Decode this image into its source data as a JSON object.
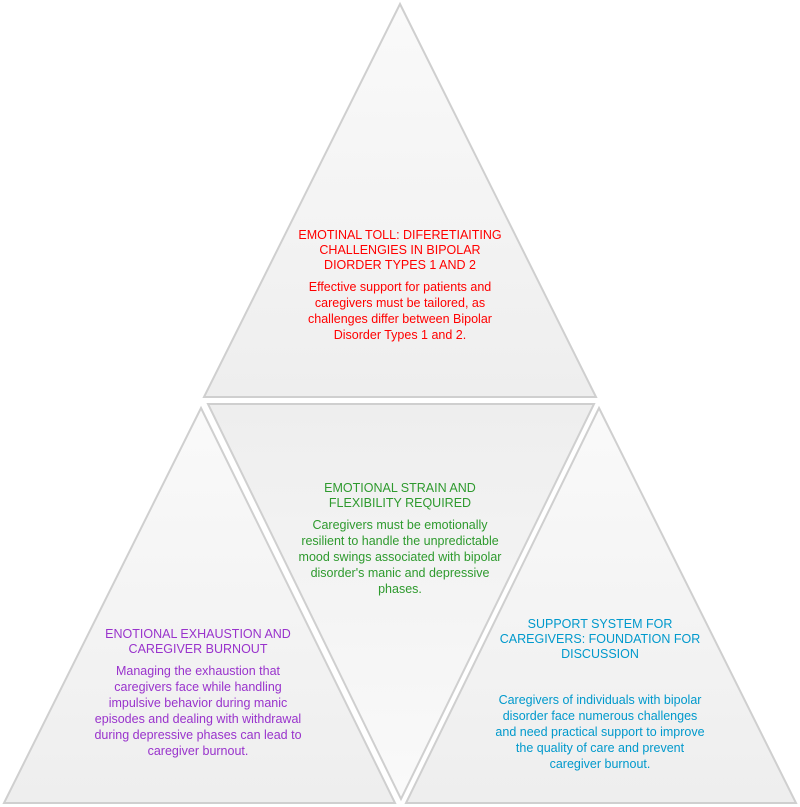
{
  "colors": {
    "triangle_fill": "#f2f2f2",
    "triangle_edge": "#cfcfcf",
    "top": "#ff0000",
    "center": "#2e9a2e",
    "left": "#9933cc",
    "right": "#0099cc"
  },
  "sections": {
    "top": {
      "title": "EMOTINAL TOLL: DIFERETIAITING CHALLENGIES IN BIPOLAR DIORDER TYPES 1 AND 2",
      "body": "Effective support for patients and caregivers must be tailored, as challenges differ between Bipolar Disorder Types 1 and 2."
    },
    "center": {
      "title": "EMOTIONAL STRAIN AND FLEXIBILITY REQUIRED",
      "body": "Caregivers must be emotionally resilient to handle the unpredictable mood swings associated with bipolar disorder's manic and depressive phases."
    },
    "left": {
      "title": "ENOTIONAL EXHAUSTION AND CAREGIVER BURNOUT",
      "body": "Managing the exhaustion that caregivers face while handling impulsive behavior during manic episodes and dealing with withdrawal during depressive phases can lead to caregiver burnout."
    },
    "right": {
      "title": "SUPPORT SYSTEM FOR CAREGIVERS: FOUNDATION FOR DISCUSSION",
      "body": "Caregivers of individuals with bipolar disorder face numerous challenges and need practical support to improve the quality of care and prevent caregiver burnout."
    }
  }
}
